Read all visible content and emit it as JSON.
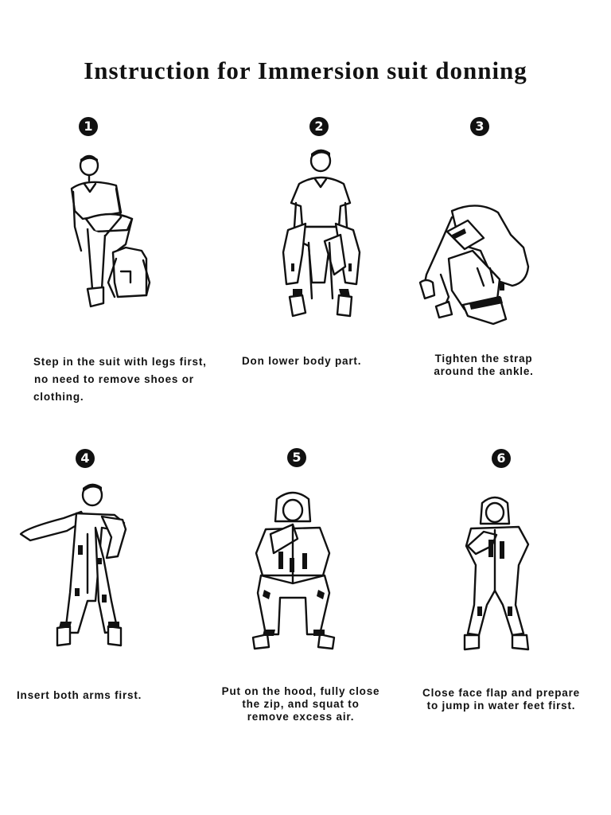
{
  "title": "Instruction for  Immersion suit donning",
  "steps": [
    {
      "number": "1",
      "lines": [
        "Step in the suit with legs first,",
        "no need to remove  shoes or",
        "clothing."
      ]
    },
    {
      "number": "2",
      "lines": [
        "Don lower body part."
      ]
    },
    {
      "number": "3",
      "lines": [
        "Tighten the  strap",
        "around the ankle."
      ]
    },
    {
      "number": "4",
      "lines": [
        "Insert  both arms first."
      ]
    },
    {
      "number": "5",
      "lines": [
        "Put on the hood, fully close",
        "the zip, and squat to",
        "remove excess air."
      ]
    },
    {
      "number": "6",
      "lines": [
        "Close face flap and prepare",
        "to jump in water feet first."
      ]
    }
  ]
}
